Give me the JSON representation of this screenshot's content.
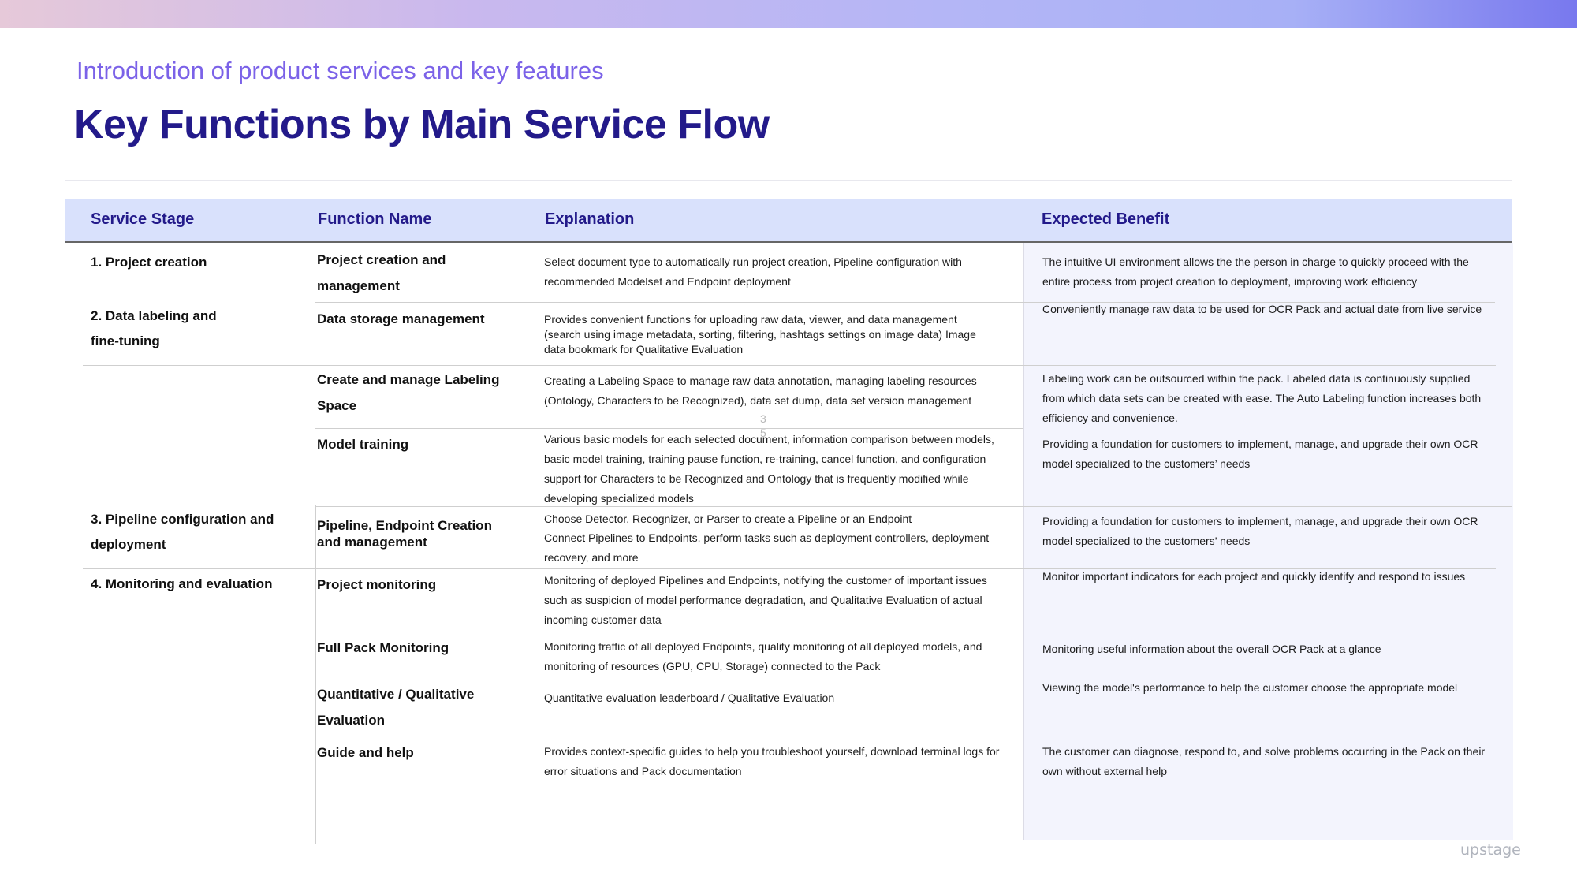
{
  "subtitle": "Introduction of product services and key features",
  "title": "Key Functions by Main Service Flow",
  "table": {
    "headers": [
      "Service Stage",
      "Function Name",
      "Explanation",
      "Expected Benefit"
    ],
    "stages": [
      "1. Project creation",
      "2. Data labeling and fine-tuning",
      "3. Pipeline configuration and deployment",
      "4. Monitoring and evaluation"
    ],
    "rows": [
      {
        "function": "Project creation and management",
        "explanation": "Select document type to automatically run project creation, Pipeline configuration with recommended Modelset and Endpoint deployment",
        "benefit": "The intuitive UI environment allows the the person in charge to quickly proceed with the entire process from project creation to deployment, improving work efficiency"
      },
      {
        "function": "Data storage management",
        "explanation": "Provides convenient functions for uploading raw data, viewer, and data management (search using image metadata, sorting, filtering, hashtags settings on image data) Image data bookmark for Qualitative Evaluation",
        "benefit": "Conveniently manage raw data to be used for OCR Pack and actual date from live service"
      },
      {
        "function": "Create and manage Labeling Space",
        "explanation": "Creating a Labeling Space to manage raw data annotation, managing labeling resources (Ontology, Characters to be Recognized), data set dump, data set version management",
        "benefit": "Labeling work can be outsourced within the pack. Labeled data is continuously supplied from which data sets can be created with ease. The Auto Labeling function increases both efficiency and convenience."
      },
      {
        "function": "Model training",
        "explanation": "Various basic models for each selected document, information comparison between models, basic model training, training pause function, re-training, cancel function, and configuration support for Characters  to be Recognized and Ontology that is frequently modified while developing specialized models",
        "benefit": "Providing a foundation for customers to implement, manage, and upgrade their own OCR model specialized to the customers’ needs"
      },
      {
        "function": "Pipeline, Endpoint Creation and management",
        "explanation_line1": "Choose Detector, Recognizer, or Parser to create a Pipeline or an Endpoint",
        "explanation_line2": "Connect Pipelines to Endpoints, perform tasks such as deployment controllers, deployment recovery, and more",
        "benefit": "Providing a foundation for customers to implement, manage, and upgrade their own OCR model specialized to the customers’ needs"
      },
      {
        "function": "Project monitoring",
        "explanation": "Monitoring of deployed Pipelines and Endpoints, notifying the customer of important issues such as suspicion of model performance degradation, and Qualitative Evaluation of actual incoming customer data",
        "benefit": "Monitor important indicators for each project and quickly identify and respond to issues"
      },
      {
        "function": "Full Pack Monitoring",
        "explanation": "Monitoring traffic of all deployed Endpoints, quality monitoring of all deployed models, and monitoring of resources (GPU, CPU, Storage) connected to the Pack",
        "benefit": "Monitoring useful information about the overall OCR Pack at a glance"
      },
      {
        "function": "Quantitative / Qualitative Evaluation",
        "explanation": "Quantitative evaluation leaderboard / Qualitative Evaluation",
        "benefit": "Viewing the model's performance to help the customer choose the appropriate model"
      },
      {
        "function": "Guide and help",
        "explanation": "Provides context-specific guides to help you troubleshoot yourself, download terminal logs for error situations and Pack documentation",
        "benefit": "The customer can diagnose, respond to, and solve problems occurring in the Pack on their own without external help"
      }
    ],
    "stray_digit_a": "3",
    "stray_digit_b": "5"
  },
  "logo_text": "upstage"
}
